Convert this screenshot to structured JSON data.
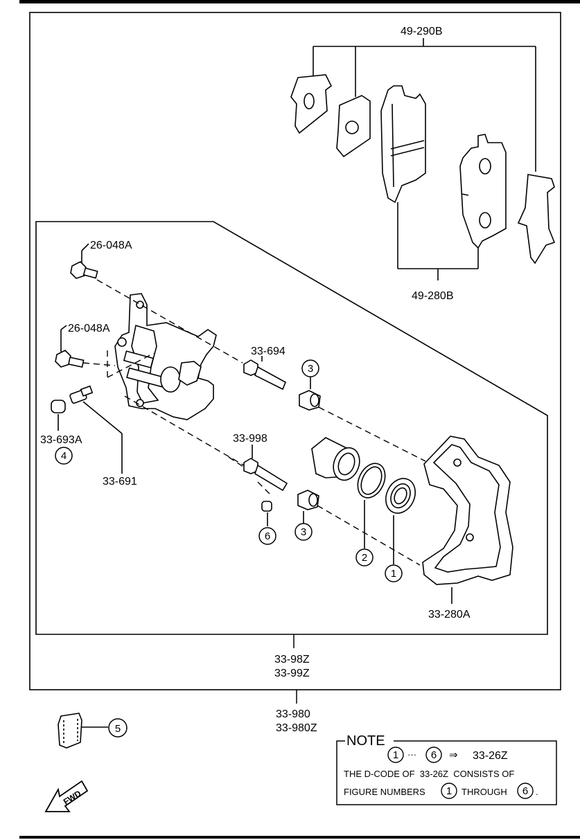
{
  "labels": {
    "pad_kit": "49-290B",
    "pad_set": "49-280B",
    "bolt_upper": "26-048A",
    "bolt_lower": "26-048A",
    "guide_pin_upper": "33-694",
    "guide_pin_lower": "33-998",
    "bleeder_cap": "33-693A",
    "bleeder_screw": "33-691",
    "bracket": "33-280A",
    "caliper_assy": "33-98Z",
    "caliper_assy_alt": "33-99Z",
    "brake_assy": "33-980",
    "brake_assy_alt": "33-980Z"
  },
  "callouts": {
    "c1": "1",
    "c2": "2",
    "c3a": "3",
    "c3b": "3",
    "c4": "4",
    "c5": "5",
    "c6": "6"
  },
  "note": {
    "title": "NOTE",
    "range_from": "1",
    "range_dots": "···",
    "range_to": "6",
    "arrow": "⇒",
    "code": "33-26Z",
    "line2": "THE D-CODE OF  33-26Z  CONSISTS OF",
    "line3_a": "FIGURE NUMBERS",
    "line3_from": "1",
    "line3_b": "THROUGH",
    "line3_to": "6",
    "line3_end": "."
  },
  "fwd_label": "FWD"
}
